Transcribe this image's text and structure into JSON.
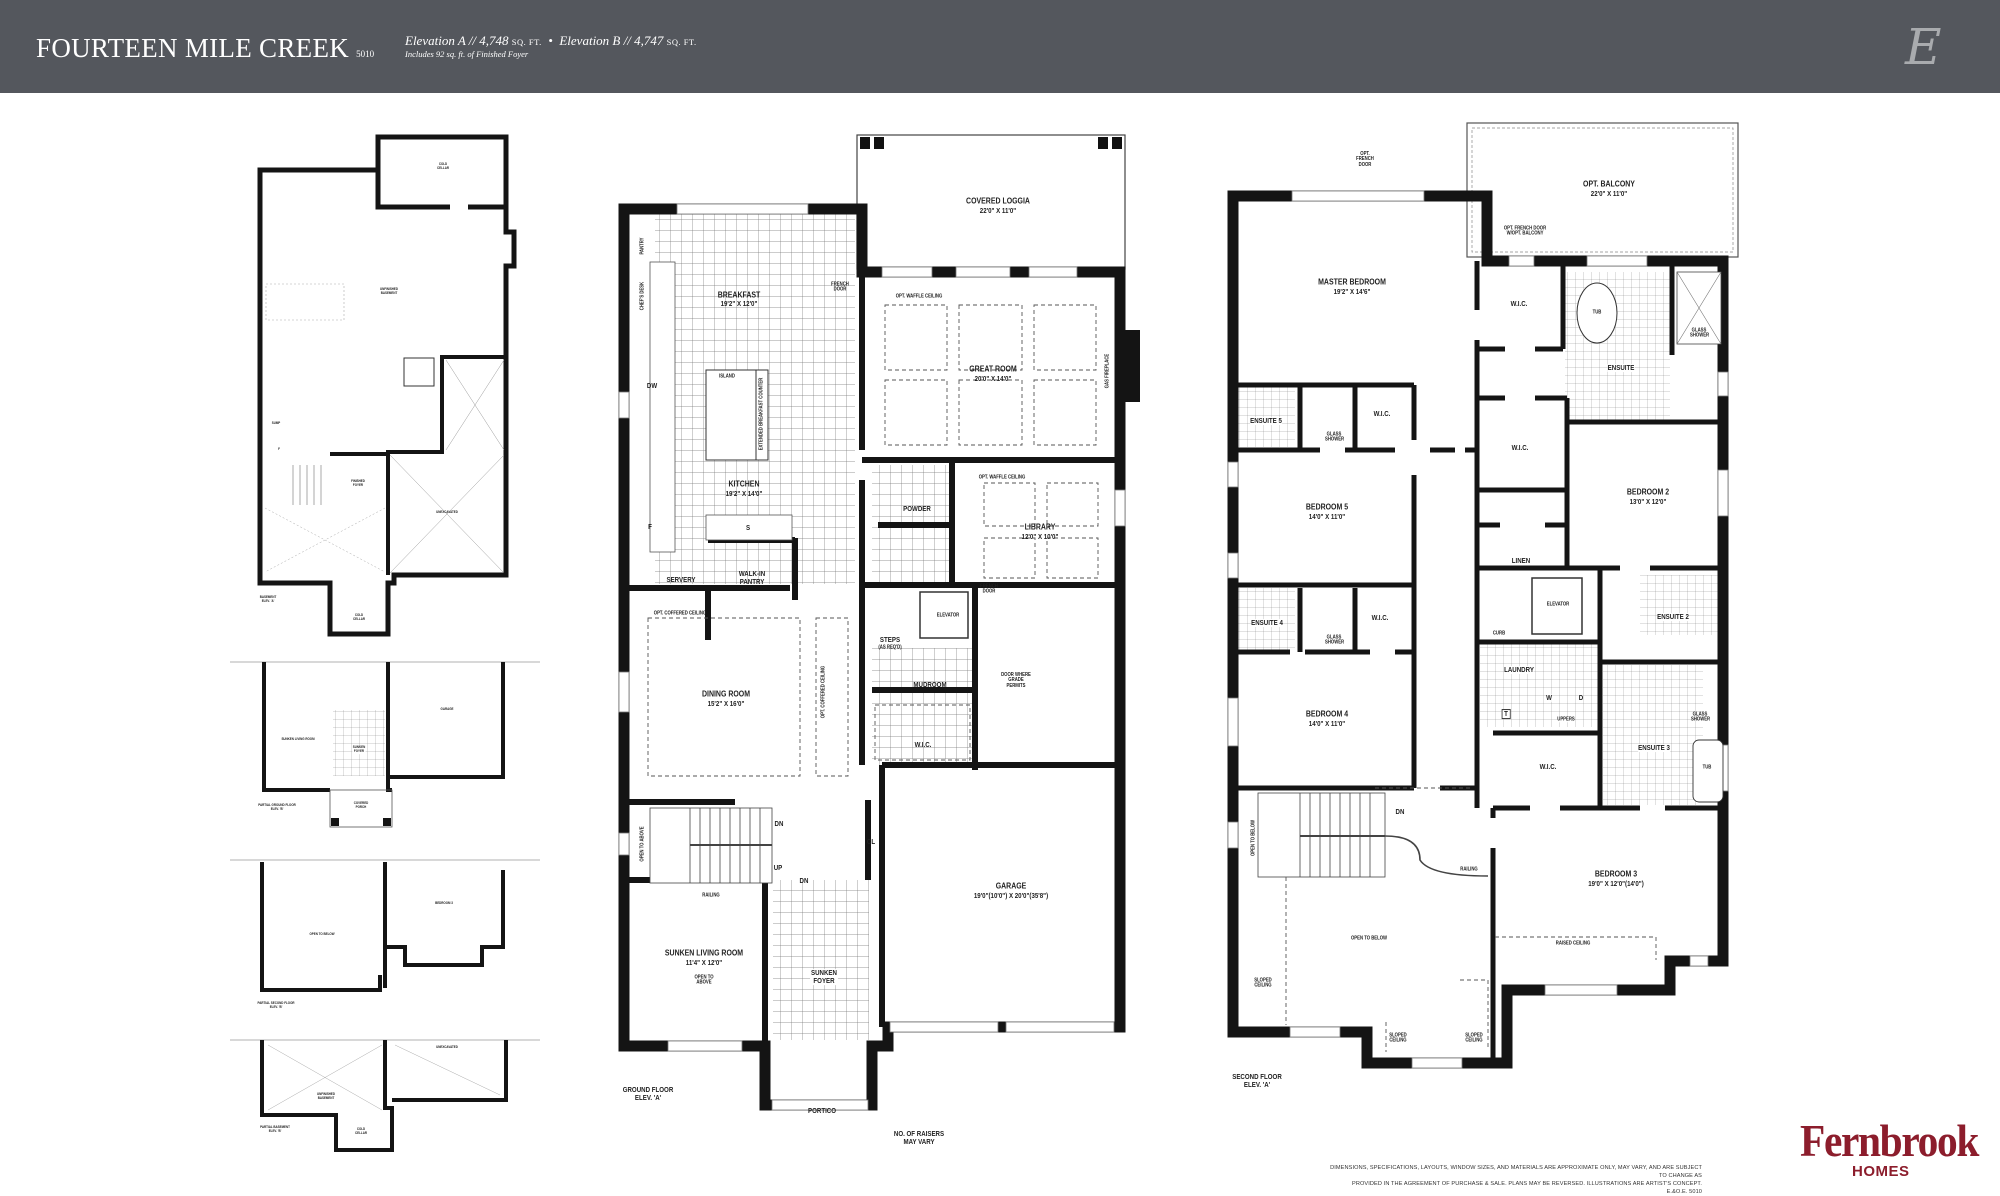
{
  "header": {
    "title": "FOURTEEN MILE CREEK",
    "plan_number": "5010",
    "elevation_a": "Elevation A // 4,748",
    "elevation_b": "Elevation B // 4,747",
    "sqft_unit": "SQ. FT.",
    "separator": "•",
    "includes_note": "Includes 92 sq. ft. of Finished Foyer",
    "monogram": "E",
    "background_color": "#54575d"
  },
  "ground_floor": {
    "labels": [
      "COVERED LOGGIA",
      "22'0\" X 11'0\"",
      "PANTRY",
      "CHEF'S DESK",
      "BREAKFAST",
      "19'2\" X 12'0\"",
      "FRENCH DOOR",
      "OPT. WAFFLE CEILING",
      "GREAT ROOM",
      "20'0\" X 14'0\"",
      "GAS FIREPLACE",
      "ISLAND",
      "EXTENDED BREAKFAST COUNTER",
      "DW",
      "KITCHEN",
      "19'2\" X 14'0\"",
      "F",
      "S",
      "POWDER",
      "OPT. WAFFLE CEILING",
      "LIBRARY",
      "12'0\" X 10'0\"",
      "FRENCH DOOR",
      "SERVERY",
      "WALK-IN PANTRY",
      "OPT. COFFERED CEILING",
      "ELEVATOR",
      "STEPS",
      "(AS REQ'D)",
      "DINING ROOM",
      "15'2\" X 16'0\"",
      "OPT. COFFERED CEILING",
      "MUDROOM",
      "DOOR WHERE GRADE PERMITS",
      "W.I.C.",
      "OPEN TO ABOVE",
      "DN",
      "UP",
      "DN",
      "CL",
      "RAILING",
      "GARAGE",
      "19'0\"(10'0\") X 20'0\"(35'8\")",
      "SUNKEN LIVING ROOM",
      "11'4\" X 12'0\"",
      "OPEN TO ABOVE",
      "SUNKEN FOYER",
      "PORTICO",
      "GROUND FLOOR ELEV. 'A'",
      "NO. OF RAISERS MAY VARY"
    ]
  },
  "second_floor": {
    "labels": [
      "OPT. FRENCH DOOR",
      "OPT. BALCONY",
      "22'0\" X 11'0\"",
      "OPT. FRENCH DOOR W/OPT. BALCONY",
      "MASTER BEDROOM",
      "19'2\" X 14'6\"",
      "W.I.C.",
      "TUB",
      "GLASS SHOWER",
      "ENSUITE",
      "ENSUITE 5",
      "GLASS SHOWER",
      "W.I.C.",
      "W.I.C.",
      "BEDROOM 2",
      "13'0\" X 12'0\"",
      "BEDROOM 5",
      "14'0\" X 11'0\"",
      "LINEN",
      "ELEVATOR",
      "ENSUITE 4",
      "W.I.C.",
      "GLASS SHOWER",
      "CURB",
      "ENSUITE 2",
      "LAUNDRY",
      "W",
      "D",
      "T",
      "UPPERS",
      "GLASS SHOWER",
      "BEDROOM 4",
      "14'0\" X 11'0\"",
      "W.I.C.",
      "ENSUITE 3",
      "TUB",
      "DN",
      "OPEN TO BELOW",
      "RAILING",
      "BEDROOM 3",
      "19'0\" X 12'0\"(14'0\")",
      "OPEN TO BELOW",
      "RAISED CEILING",
      "SLOPED CEILING",
      "SLOPED CEILING",
      "SLOPED CEILING",
      "SECOND FLOOR ELEV. 'A'"
    ]
  },
  "basement": {
    "labels": [
      "COLD CELLAR",
      "UNFINISHED BASEMENT",
      "SUMP",
      "F",
      "FINISHED FOYER",
      "UNEXCAVATED",
      "COLD CELLAR",
      "BASEMENT ELEV. 'A'"
    ]
  },
  "elevation_b_partials": {
    "labels": [
      "GARAGE",
      "SUNKEN LIVING ROOM",
      "SUNKEN FOYER",
      "COVERED PORCH",
      "PARTIAL GROUND FLOOR ELEV. 'B'",
      "BEDROOM 3",
      "OPEN TO BELOW",
      "PARTIAL SECOND FLOOR ELEV. 'B'",
      "UNFINISHED BASEMENT",
      "UNEXCAVATED",
      "COLD CELLAR",
      "PARTIAL BASEMENT ELEV. 'B'"
    ]
  },
  "footer": {
    "disclaimer_line1": "DIMENSIONS, SPECIFICATIONS, LAYOUTS, WINDOW SIZES, AND MATERIALS ARE APPROXIMATE ONLY, MAY VARY, AND ARE SUBJECT TO CHANGE AS",
    "disclaimer_line2": "PROVIDED IN THE AGREEMENT OF PURCHASE & SALE. PLANS MAY BE REVERSED.  ILLUSTRATIONS ARE ARTIST'S CONCEPT. E.&O.E. 5010",
    "logo_name": "Fernbrook",
    "logo_sub": "HOMES",
    "brand_color": "#8c1d2c"
  }
}
